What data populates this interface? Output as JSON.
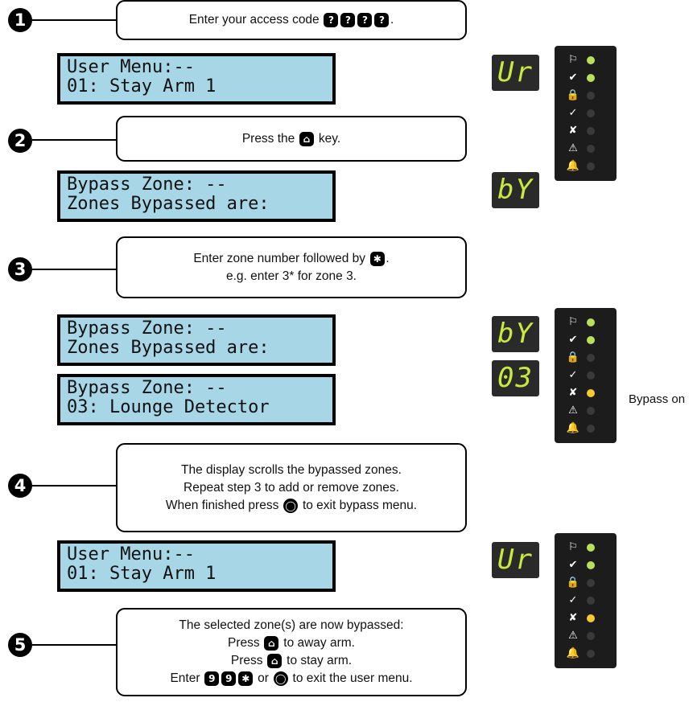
{
  "steps": [
    {
      "num": "1",
      "lines": [
        [
          {
            "t": "Enter your access code "
          },
          {
            "k": "?"
          },
          {
            "k": "?"
          },
          {
            "k": "?"
          },
          {
            "k": "?"
          },
          {
            "t": "."
          }
        ]
      ]
    },
    {
      "num": "2",
      "lines": [
        [
          {
            "t": "Press the "
          },
          {
            "k": "⌂",
            "icon": "stay-arm-key-icon"
          },
          {
            "t": " key."
          }
        ]
      ]
    },
    {
      "num": "3",
      "lines": [
        [
          {
            "t": "Enter zone number followed by "
          },
          {
            "k": "✱",
            "icon": "star-key-icon"
          },
          {
            "t": "."
          }
        ],
        [
          {
            "t": "e.g. enter 3* for zone 3."
          }
        ]
      ]
    },
    {
      "num": "4",
      "lines": [
        [
          {
            "t": "The display scrolls the bypassed zones."
          }
        ],
        [
          {
            "t": "Repeat step 3 to add or remove zones."
          }
        ],
        [
          {
            "t": "When finished press "
          },
          {
            "k": "◯",
            "round": true,
            "icon": "exit-key-icon"
          },
          {
            "t": " to exit bypass menu."
          }
        ]
      ]
    },
    {
      "num": "5",
      "lines": [
        [
          {
            "t": "The selected zone(s) are now bypassed:"
          }
        ],
        [
          {
            "t": "Press "
          },
          {
            "k": "⌂",
            "icon": "away-arm-key-icon"
          },
          {
            "t": " to away arm."
          }
        ],
        [
          {
            "t": "Press "
          },
          {
            "k": "⌂",
            "icon": "stay-arm-key-icon"
          },
          {
            "t": " to stay arm."
          }
        ],
        [
          {
            "t": "Enter "
          },
          {
            "k": "9"
          },
          {
            "k": "9"
          },
          {
            "k": "✱",
            "icon": "star-key-icon"
          },
          {
            "t": " or "
          },
          {
            "k": "◯",
            "round": true,
            "icon": "exit-key-icon"
          },
          {
            "t": " to exit the user menu."
          }
        ]
      ]
    }
  ],
  "lcds": [
    [
      "User Menu:--",
      "01: Stay Arm 1"
    ],
    [
      "Bypass Zone: --",
      "Zones Bypassed are:"
    ],
    [
      "Bypass Zone: --",
      "Zones Bypassed are:"
    ],
    [
      "Bypass Zone: --",
      "03: Lounge Detector"
    ],
    [
      "User Menu:--",
      "01: Stay Arm 1"
    ]
  ],
  "segment_displays": [
    "Ur",
    "bY",
    "bY",
    "03",
    "Ur"
  ],
  "status_panels": [
    {
      "leds": [
        "green",
        "green",
        "off",
        "off",
        "off",
        "off",
        "off"
      ]
    },
    {
      "leds": [
        "green",
        "green",
        "off",
        "off",
        "yellow",
        "off",
        "off"
      ]
    },
    {
      "leds": [
        "green",
        "green",
        "off",
        "off",
        "yellow",
        "off",
        "off"
      ]
    }
  ],
  "status_icons": [
    {
      "name": "armed-icon",
      "glyph": "⚐"
    },
    {
      "name": "ready-check-icon",
      "glyph": "✔"
    },
    {
      "name": "lock-icon",
      "glyph": "🔒"
    },
    {
      "name": "tamper-icon",
      "glyph": "✓"
    },
    {
      "name": "bypass-x-icon",
      "glyph": "✘"
    },
    {
      "name": "warning-icon",
      "glyph": "⚠"
    },
    {
      "name": "alarm-bell-icon",
      "glyph": "🔔"
    }
  ],
  "colors": {
    "led_green": "#b8e05a",
    "led_yellow": "#f6c932",
    "led_off": "#3a3a3a",
    "lcd_bg": "#a7d6e6",
    "segment": "#c8ea3a"
  },
  "bypass_note": "Bypass on"
}
